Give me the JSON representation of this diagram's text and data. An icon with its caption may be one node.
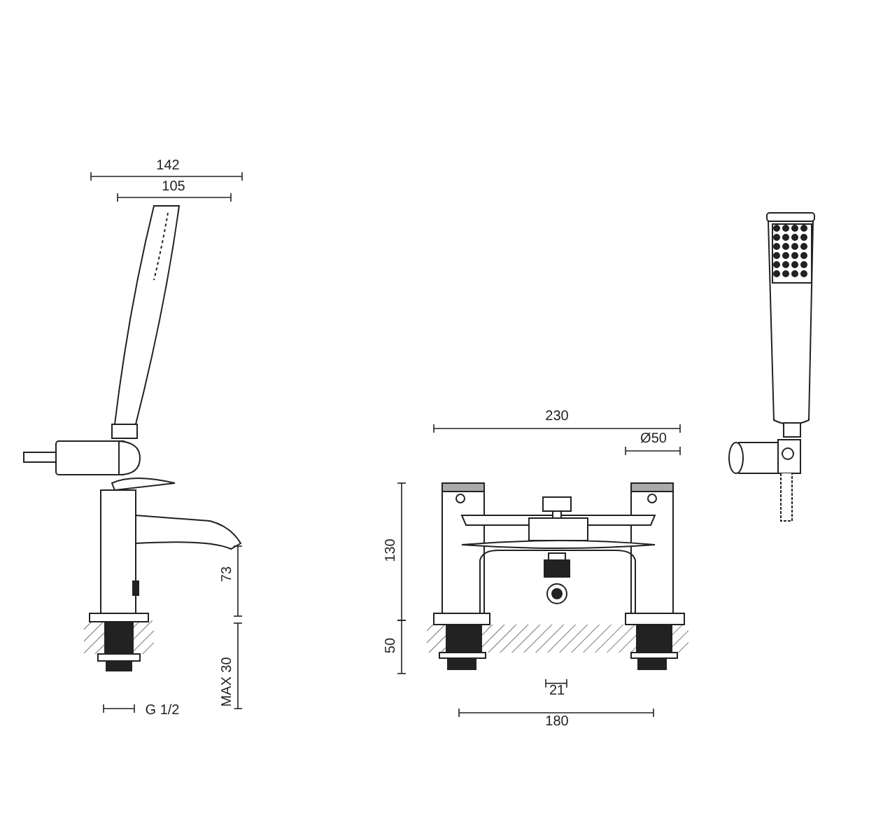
{
  "diagram": {
    "labels": [
      "142",
      "105",
      "230",
      "Ø50",
      "130",
      "73",
      "50",
      "MAX 30",
      "G 1/2",
      "21",
      "180"
    ]
  }
}
